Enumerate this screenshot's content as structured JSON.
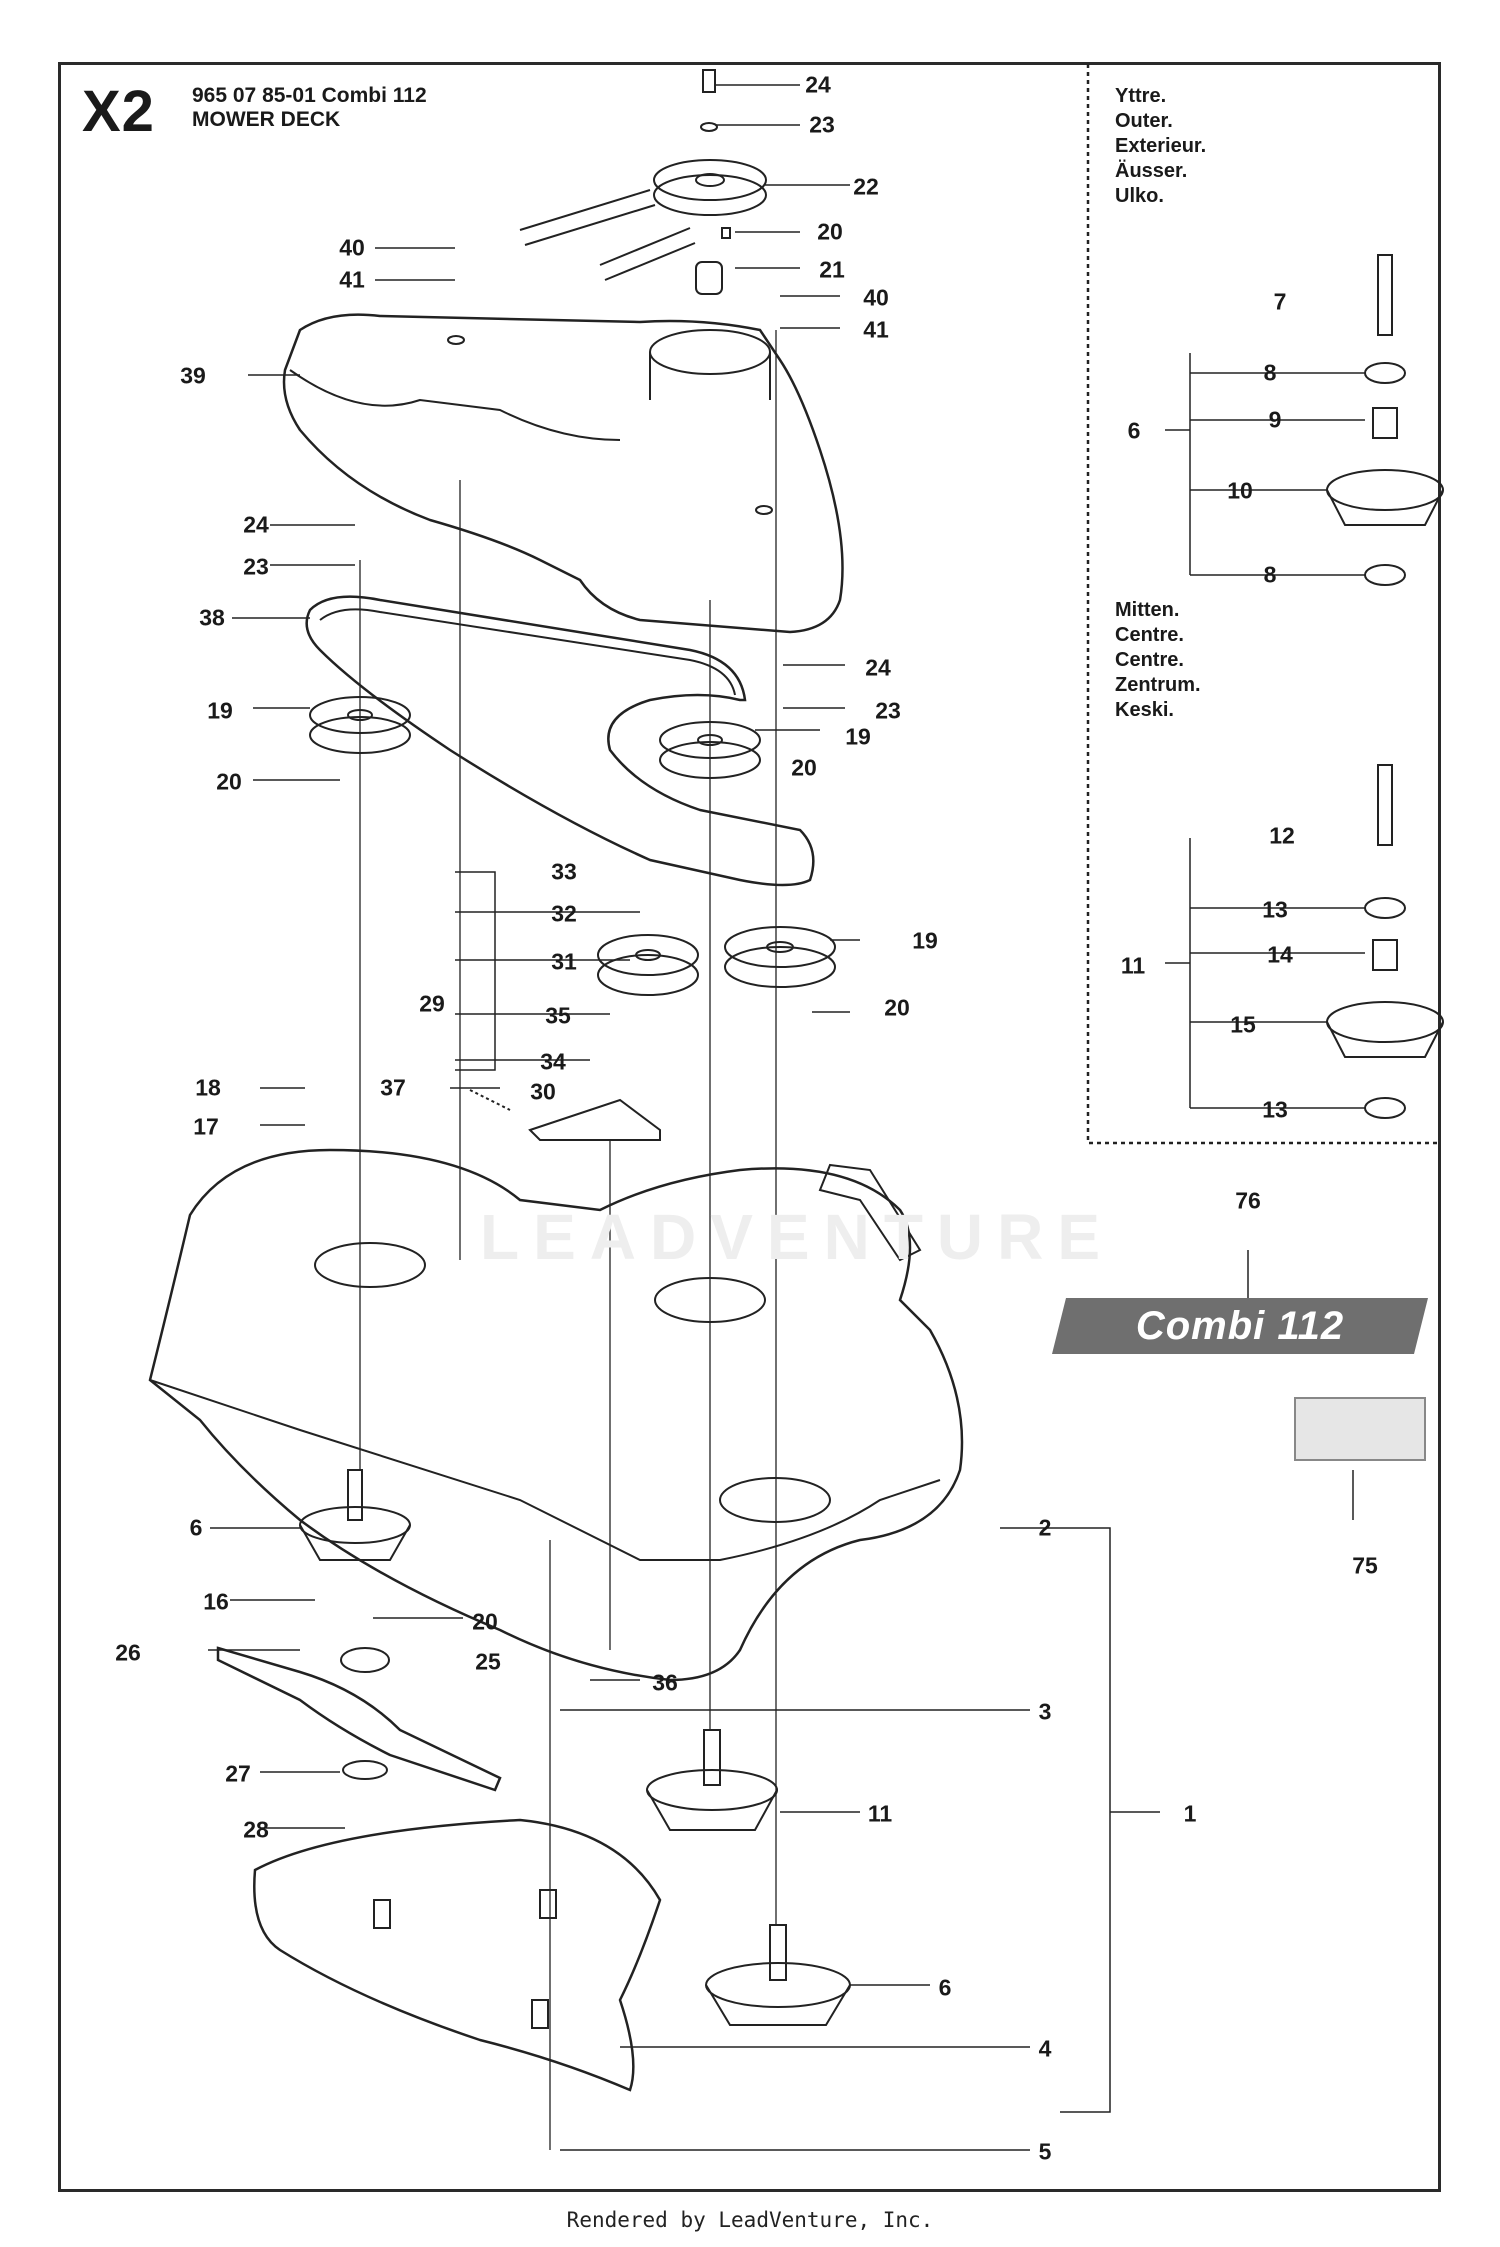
{
  "header": {
    "code": "X2",
    "part_line": "965 07 85-01 Combi 112",
    "title": "MOWER DECK"
  },
  "inset_outer": {
    "labels": [
      "Yttre.",
      "Outer.",
      "Exterieur.",
      "Äusser.",
      "Ulko."
    ]
  },
  "inset_middle": {
    "labels": [
      "Mitten.",
      "Centre.",
      "Centre.",
      "Zentrum.",
      "Keski."
    ]
  },
  "badge": {
    "text": "Combi 112"
  },
  "watermark": "LEADVENTURE",
  "footer": "Rendered by LeadVenture, Inc.",
  "callouts": [
    "24",
    "23",
    "22",
    "20",
    "21",
    "40",
    "41",
    "40",
    "41",
    "39",
    "24",
    "23",
    "38",
    "24",
    "23",
    "19",
    "19",
    "20",
    "20",
    "33",
    "32",
    "31",
    "29",
    "19",
    "35",
    "34",
    "20",
    "18",
    "37",
    "30",
    "17",
    "76",
    "75",
    "2",
    "6",
    "16",
    "20",
    "26",
    "25",
    "36",
    "3",
    "27",
    "11",
    "1",
    "28",
    "6",
    "4",
    "5",
    "7",
    "8",
    "9",
    "6",
    "10",
    "8",
    "12",
    "13",
    "14",
    "11",
    "15",
    "13"
  ]
}
